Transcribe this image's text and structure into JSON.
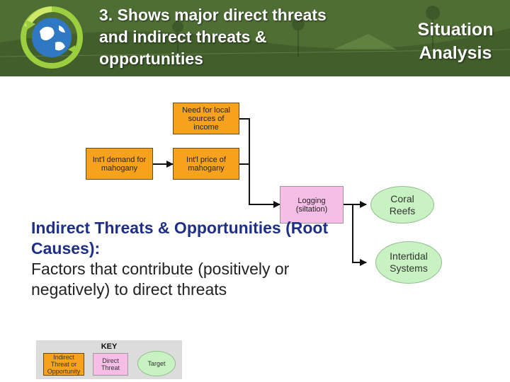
{
  "slide": {
    "title": "3. Shows major direct threats and indirect threats & opportunities",
    "section_label": "Situation Analysis"
  },
  "diagram": {
    "nodes": {
      "need_local_income": "Need for local sources of income",
      "intl_demand": "Int'l demand for mahogany",
      "intl_price": "Int'l price of mahogany",
      "logging": "Logging (siltation)",
      "coral_reefs": "Coral Reefs",
      "intertidal_systems": "Intertidal Systems"
    }
  },
  "body": {
    "heading": "Indirect Threats & Opportunities (Root Causes):",
    "text": "Factors that contribute (positively or negatively) to direct threats"
  },
  "key": {
    "title": "KEY",
    "indirect": "Indirect Threat or Opportunity",
    "direct": "Direct Threat",
    "target": "Target"
  },
  "colors": {
    "indirect_threat": "#f7a21c",
    "direct_threat": "#f6bde7",
    "target": "#c8f2c2",
    "body_heading": "#1e2f88"
  },
  "icons": {
    "logo": "globe-recycle-icon"
  }
}
